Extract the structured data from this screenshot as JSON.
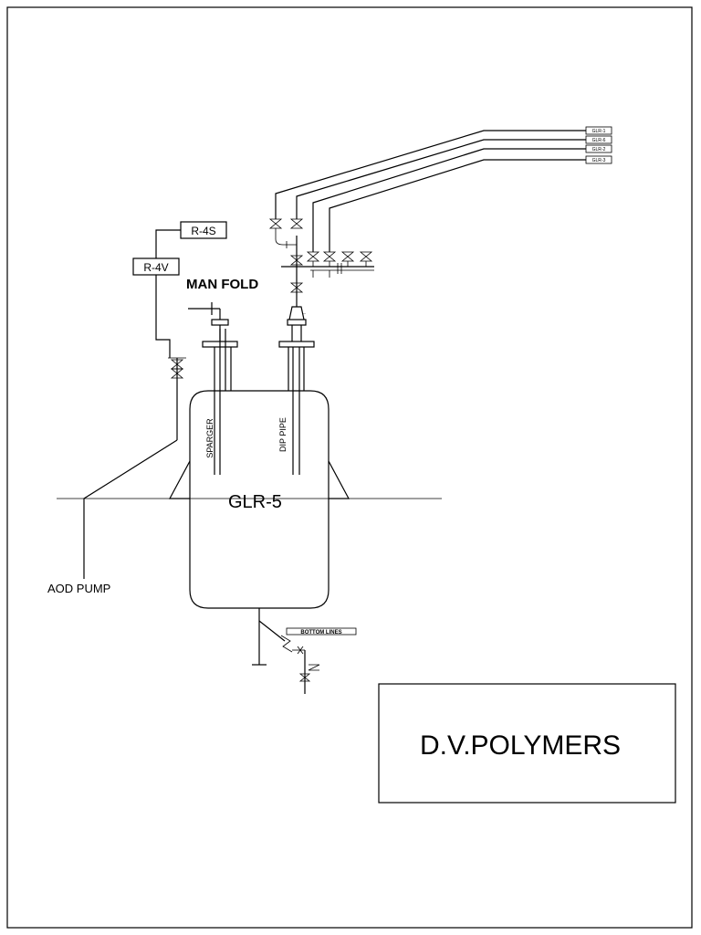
{
  "vessel": {
    "label": "GLR-5"
  },
  "labels": {
    "manifold": "MAN FOLD",
    "sparger": "SPARGER",
    "dip_pipe": "DIP PIPE",
    "aod_pump": "AOD PUMP",
    "bottom_lines": "BOTTOM LINES",
    "r4s": "R-4S",
    "r4v": "R-4V"
  },
  "line_tags": [
    "GLR-1",
    "GLR-6",
    "GLR-2",
    "GLR-3"
  ],
  "title_block": {
    "company": "D.V.POLYMERS"
  }
}
